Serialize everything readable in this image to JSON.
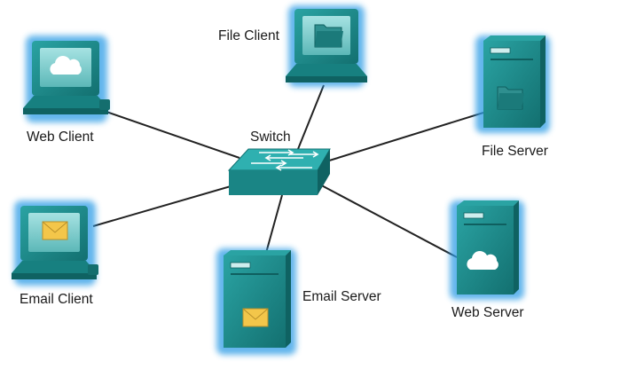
{
  "diagram": {
    "nodes": {
      "switch": {
        "label": "Switch",
        "kind": "switch"
      },
      "file_client": {
        "label": "File Client",
        "kind": "workstation",
        "screen_icon": "folder-icon"
      },
      "web_client": {
        "label": "Web Client",
        "kind": "workstation",
        "screen_icon": "cloud-icon"
      },
      "email_client": {
        "label": "Email Client",
        "kind": "workstation",
        "screen_icon": "envelope-icon"
      },
      "file_server": {
        "label": "File Server",
        "kind": "server",
        "icon": "folder-icon"
      },
      "web_server": {
        "label": "Web Server",
        "kind": "server",
        "icon": "cloud-icon"
      },
      "email_server": {
        "label": "Email Server",
        "kind": "server",
        "icon": "envelope-icon"
      }
    },
    "links": [
      [
        "switch",
        "file_client"
      ],
      [
        "switch",
        "web_client"
      ],
      [
        "switch",
        "email_client"
      ],
      [
        "switch",
        "file_server"
      ],
      [
        "switch",
        "web_server"
      ],
      [
        "switch",
        "email_server"
      ]
    ],
    "colors": {
      "device_teal": "#1f8e8e",
      "device_dark": "#146e6e",
      "glow_blue": "#2f9de6",
      "screen": "#7fcfcf",
      "envelope": "#f3c64a",
      "link": "#222222"
    }
  }
}
